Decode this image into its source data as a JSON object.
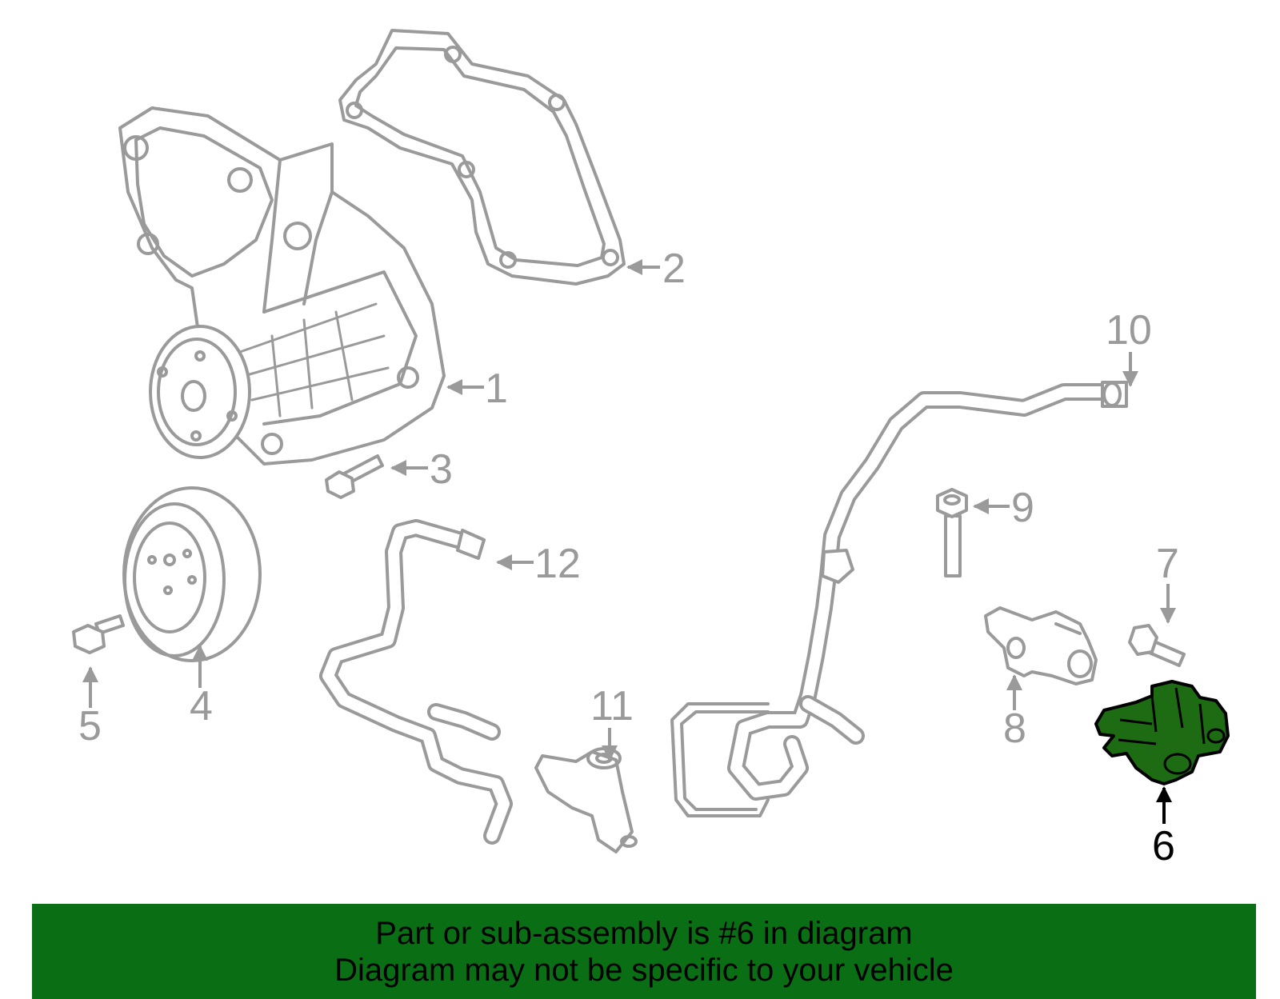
{
  "diagram": {
    "callouts": [
      "1",
      "2",
      "3",
      "4",
      "5",
      "6",
      "7",
      "8",
      "9",
      "10",
      "11",
      "12"
    ],
    "highlighted_part": "6",
    "highlight_color": "#1d6b12",
    "line_color": "#9a9a9a"
  },
  "banner": {
    "line1": "Part or sub-assembly is #6 in diagram",
    "line2": "Diagram may not be specific to your vehicle",
    "background": "#0a6e14"
  }
}
